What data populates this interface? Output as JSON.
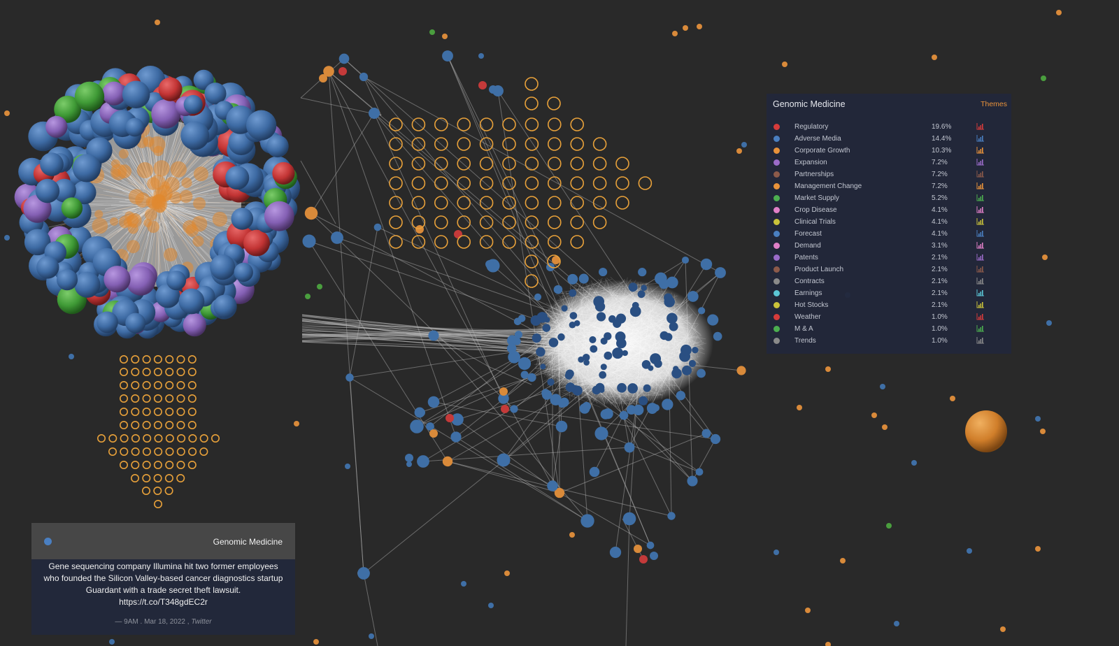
{
  "themes_panel": {
    "title": "Genomic Medicine",
    "link_label": "Themes",
    "items": [
      {
        "label": "Regulatory",
        "pct": "19.6%",
        "color": "#d63b3b",
        "icon": "bar-chart-icon"
      },
      {
        "label": "Adverse Media",
        "pct": "14.4%",
        "color": "#4a7fc1",
        "icon": "bar-chart-icon"
      },
      {
        "label": "Corporate Growth",
        "pct": "10.3%",
        "color": "#e8923a",
        "icon": "bar-chart-icon"
      },
      {
        "label": "Expansion",
        "pct": "7.2%",
        "color": "#9a6bc9",
        "icon": "bar-chart-icon"
      },
      {
        "label": "Partnerships",
        "pct": "7.2%",
        "color": "#8c5a4a",
        "icon": "bar-chart-icon"
      },
      {
        "label": "Management Change",
        "pct": "7.2%",
        "color": "#e8923a",
        "icon": "bar-chart-icon"
      },
      {
        "label": "Market Supply",
        "pct": "5.2%",
        "color": "#4caf50",
        "icon": "bar-chart-icon"
      },
      {
        "label": "Crop Disease",
        "pct": "4.1%",
        "color": "#e07fc8",
        "icon": "bar-chart-icon"
      },
      {
        "label": "Clinical Trials",
        "pct": "4.1%",
        "color": "#c9c23a",
        "icon": "bar-chart-icon"
      },
      {
        "label": "Forecast",
        "pct": "4.1%",
        "color": "#4a7fc1",
        "icon": "bar-chart-icon"
      },
      {
        "label": "Demand",
        "pct": "3.1%",
        "color": "#e07fc8",
        "icon": "bar-chart-icon"
      },
      {
        "label": "Patents",
        "pct": "2.1%",
        "color": "#9a6bc9",
        "icon": "bar-chart-icon"
      },
      {
        "label": "Product Launch",
        "pct": "2.1%",
        "color": "#8c5a4a",
        "icon": "bar-chart-icon"
      },
      {
        "label": "Contracts",
        "pct": "2.1%",
        "color": "#8a8a8a",
        "icon": "bar-chart-icon"
      },
      {
        "label": "Earnings",
        "pct": "2.1%",
        "color": "#5bc6d6",
        "icon": "bar-chart-icon"
      },
      {
        "label": "Hot Stocks",
        "pct": "2.1%",
        "color": "#c9c23a",
        "icon": "bar-chart-icon"
      },
      {
        "label": "Weather",
        "pct": "1.0%",
        "color": "#d63b3b",
        "icon": "bar-chart-icon"
      },
      {
        "label": "M & A",
        "pct": "1.0%",
        "color": "#4caf50",
        "icon": "bar-chart-icon"
      },
      {
        "label": "Trends",
        "pct": "1.0%",
        "color": "#8a8a8a",
        "icon": "bar-chart-icon"
      }
    ]
  },
  "news_card": {
    "topic": "Genomic Medicine",
    "dot_color": "#4a7fc1",
    "body": "Gene sequencing company Illumina hit two former employees who founded the Silicon Valley-based cancer diagnostics startup Guardant with a trade secret theft lawsuit.",
    "link": "https://t.co/T348gdEC2r",
    "dash": "—",
    "time": "9AM . Mar 18, 2022 ,",
    "source": "Twitter"
  },
  "colors": {
    "background": "#292929",
    "node_blue": "#3f6fa6",
    "node_orange": "#d98a3a",
    "node_red": "#c43a3a",
    "node_green": "#4a9e3e",
    "node_purple": "#8a62b8",
    "ring_orange": "#e8a13a"
  }
}
